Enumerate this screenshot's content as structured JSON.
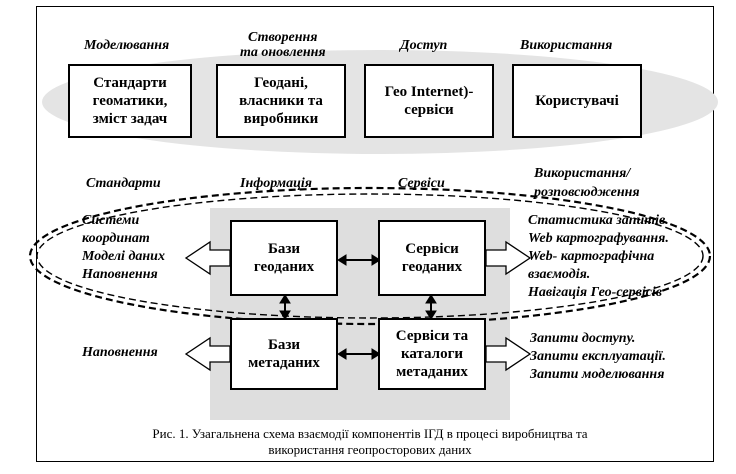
{
  "top_labels": {
    "modeling": "Моделювання",
    "creation": "Створення\nта оновлення",
    "access": "Доступ",
    "usage": "Використання"
  },
  "top_boxes": {
    "standards": "Стандарти\nгеоматики,\nзміст задач",
    "geodata": "Геодані,\nвласники та\nвиробники",
    "geo_internet": "Гео Internet)-\nсервіси",
    "users": "Користувачі"
  },
  "mid_labels": {
    "standards": "Стандарти",
    "information": "Інформація",
    "services": "Сервіси",
    "usage_distribution": "Використання/\nрозповсюдження"
  },
  "left_lists": {
    "upper": "Системи\nкоординат\nМоделі даних\nНаповнення",
    "lower": "Наповнення"
  },
  "center_boxes": {
    "geodatabases": "Бази\nгеоданих",
    "geodata_services": "Сервіси\nгеоданих",
    "metadatabases": "Бази\nметаданих",
    "metadata_services": "Сервіси та\nкаталоги\nметаданих"
  },
  "right_lists": {
    "upper": "Статистика запитів.\nWeb картографування.\nWeb- картографічна\nвзаємодія.\nНавігація Гео-сервісів",
    "lower": "Запити доступу.\nЗапити експлуатації.\nЗапити моделювання"
  },
  "caption": "Рис. 1. Узагальнена схема взаємодії компонентів ІГД в процесі виробництва та\nвикористання геопросторових даних",
  "colors": {
    "ellipse_fill": "#e4e4e4",
    "panel_fill": "#dedede",
    "stroke": "#000000"
  }
}
